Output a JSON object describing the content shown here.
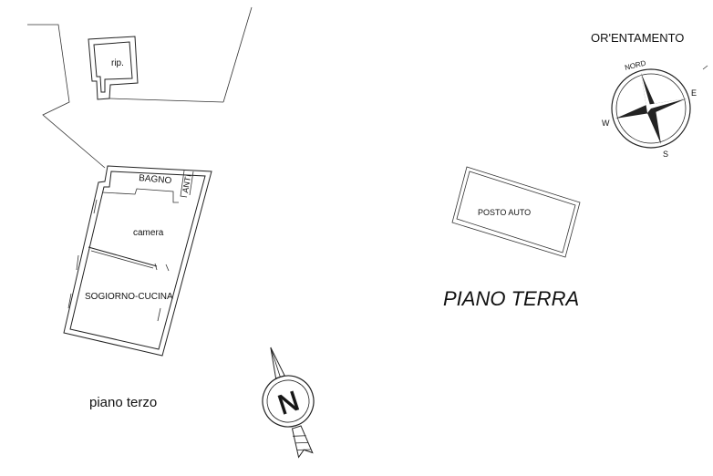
{
  "orientation": {
    "title": "OR'ENTAMENTO",
    "north": "NORD",
    "east": "E",
    "west": "W",
    "south": "S"
  },
  "upper_floor": {
    "caption": "piano terzo",
    "rooms": {
      "storage": "rip.",
      "bathroom": "BAGNO",
      "antechamber": "ANTI",
      "bedroom": "camera",
      "living_kitchen": "SOGIORNO-CUCINA"
    }
  },
  "ground_floor": {
    "caption": "PIANO TERRA",
    "parking": "POSTO AUTO"
  },
  "north_arrow": {
    "letter": "N"
  }
}
